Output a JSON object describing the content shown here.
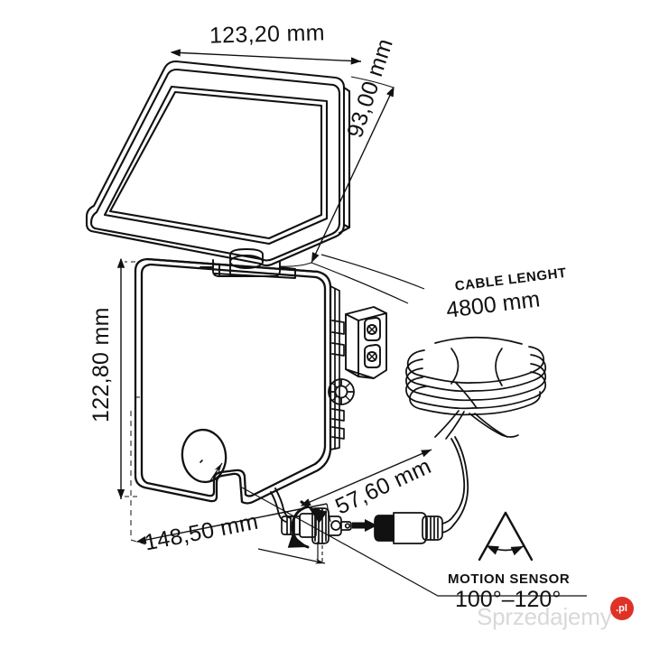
{
  "document": {
    "type": "technical-dimension-drawing",
    "subject": "solar LED floodlight with motion sensor",
    "background_color": "#ffffff",
    "line_color": "#111111"
  },
  "dimensions": {
    "panel_width": "123,20 mm",
    "panel_depth": "93,00 mm",
    "body_height": "122,80 mm",
    "body_width": "148,50 mm",
    "body_thickness": "57,60 mm"
  },
  "callouts": {
    "cable": {
      "title": "CABLE LENGHT",
      "value": "4800 mm"
    },
    "sensor": {
      "title": "MOTION SENSOR",
      "value": "100°–120°"
    }
  },
  "watermark": {
    "text": "Sprzedajemy",
    "badge": ".pl",
    "badge_color": "#e03127",
    "text_color": "#d8d8d8"
  },
  "parts": {
    "solar_panel": "solar-panel",
    "housing": "lamp-housing",
    "sensor_lens": "motion-sensor-lens",
    "mount_bracket": "wall-mount-bracket",
    "tilt_knob": "tilt-adjust-knob",
    "connector_male": "cable-connector-male",
    "connector_female": "cable-connector-female",
    "cable_coil": "coiled-cable",
    "sensor_cone": "sensor-detection-cone"
  }
}
